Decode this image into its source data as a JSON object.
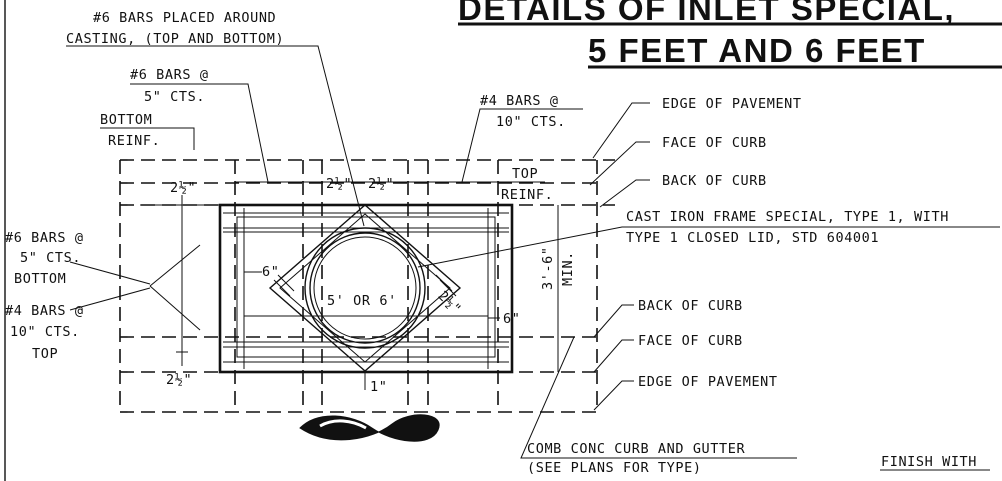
{
  "title": {
    "line1": "DETAILS OF INLET SPECIAL,",
    "line2": "5 FEET AND 6 FEET"
  },
  "labels": {
    "bars_around_casting_1": "#6 BARS PLACED AROUND",
    "bars_around_casting_2": "CASTING, (TOP AND BOTTOM)",
    "bars6_5cts_top_1": "#6 BARS @",
    "bars6_5cts_top_2": "5\" CTS.",
    "bottom_reinf_1": "BOTTOM",
    "bottom_reinf_2": "REINF.",
    "bars4_10cts_top_1": "#4 BARS @",
    "bars4_10cts_top_2": "10\" CTS.",
    "top_reinf_1": "TOP",
    "top_reinf_2": "REINF.",
    "edge_pavement_top": "EDGE OF PAVEMENT",
    "face_curb_top": "FACE OF CURB",
    "back_curb_top": "BACK OF CURB",
    "cast_iron_1": "CAST IRON FRAME SPECIAL, TYPE 1, WITH",
    "cast_iron_2": "TYPE 1 CLOSED LID, STD 604001",
    "left_bars6_1": "#6 BARS @",
    "left_bars6_2": "5\" CTS.",
    "left_bars6_3": "BOTTOM",
    "left_bars4_1": "#4 BARS @",
    "left_bars4_2": "10\" CTS.",
    "left_bars4_3": "TOP",
    "back_curb_bottom": "BACK OF CURB",
    "face_curb_bottom": "FACE OF CURB",
    "edge_pavement_bottom": "EDGE OF PAVEMENT",
    "comb_conc_1": "COMB CONC CURB AND GUTTER",
    "comb_conc_2": "(SEE PLANS FOR TYPE)",
    "finish_with": "FINISH WITH"
  },
  "dimensions": {
    "two_half_top": "2½\"",
    "two_half_bottom": "2½\"",
    "two_half_mid_a": "2½\"",
    "two_half_mid_b": "2½\"",
    "two_half_diag": "2½\"",
    "six_left": "6\"",
    "six_right": "6\"",
    "one_inch": "1\"",
    "diameter": "5' OR 6'",
    "min_depth_1": "3'-6\"",
    "min_depth_2": "MIN."
  }
}
